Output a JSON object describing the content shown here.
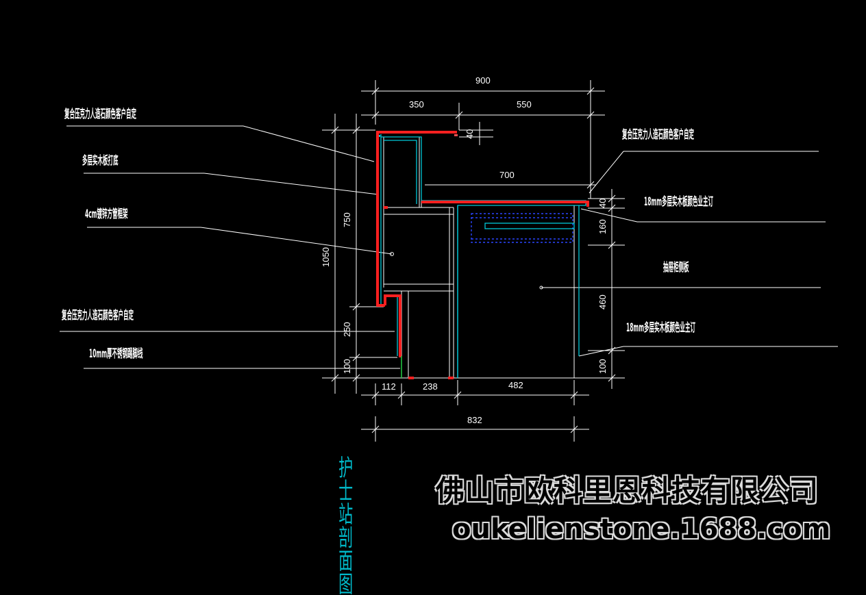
{
  "drawing": {
    "title": "护士站剖面图",
    "dimensions": {
      "total_top": "900",
      "top_left": "350",
      "top_right": "550",
      "ledge_small": "40",
      "desk_depth": "700",
      "right_40": "40",
      "right_160": "160",
      "right_460": "460",
      "right_100": "100",
      "left_750": "750",
      "left_1050": "1050",
      "left_250": "250",
      "left_100": "100",
      "bottom_112": "112",
      "bottom_238": "238",
      "bottom_482": "482",
      "bottom_total": "832"
    },
    "annotations_left": [
      "复合压克力人造石颜色客户自定",
      "多层实木板打底",
      "4cm镀锌方管框架",
      "复合压克力人造石颜色客户自定",
      "10mm厚不锈钢踢脚线"
    ],
    "annotations_right": [
      "复合压克力人造石颜色客户自定",
      "18mm多层实木板颜色业主订",
      "抽屉柜侧板",
      "18mm多层实木板颜色业主订"
    ]
  },
  "watermark": {
    "company": "佛山市欧科里恩科技有限公司",
    "url": "oukelienstone.1688.com"
  },
  "colors": {
    "background": "#000000",
    "stone": "#ff2020",
    "board": "#00c8d8",
    "drawer": "#2a45ff",
    "lines": "#ffffff"
  }
}
